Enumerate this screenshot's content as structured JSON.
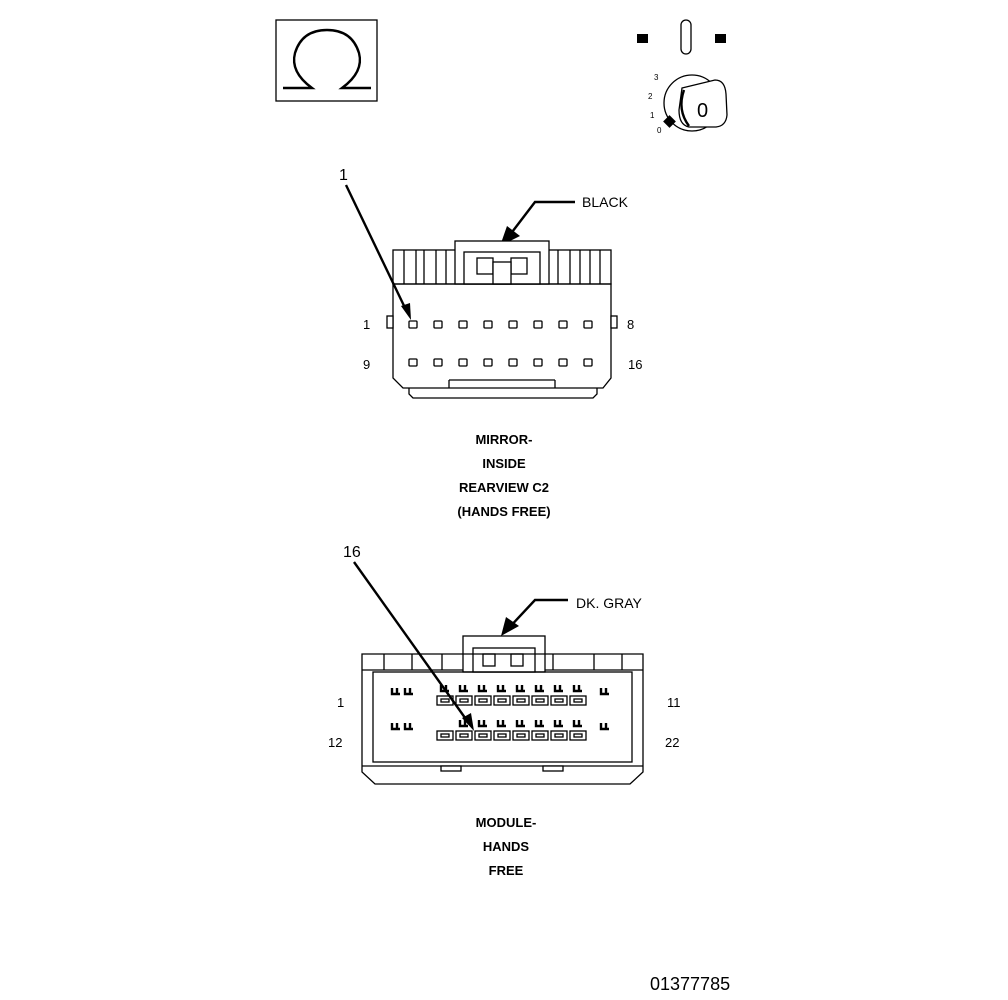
{
  "symbols": {
    "ohm_icon": "ohm-symbol",
    "ignition_icon": "ignition-key",
    "ignition_positions": [
      "3",
      "2",
      "1",
      "0"
    ],
    "key_label": "0"
  },
  "connectors": [
    {
      "id": "mirror",
      "color_callout": "BLACK",
      "ref_number": "1",
      "pin_labels": {
        "top_left": "1",
        "top_right": "8",
        "bottom_left": "9",
        "bottom_right": "16"
      },
      "title_lines": [
        "MIRROR-",
        "INSIDE",
        "REARVIEW C2",
        "(HANDS FREE)"
      ]
    },
    {
      "id": "module",
      "color_callout": "DK. GRAY",
      "ref_number": "16",
      "pin_labels": {
        "top_left": "1",
        "top_right": "11",
        "bottom_left": "12",
        "bottom_right": "22"
      },
      "title_lines": [
        "MODULE-",
        "HANDS",
        "FREE"
      ]
    }
  ],
  "figure_id": "01377785"
}
